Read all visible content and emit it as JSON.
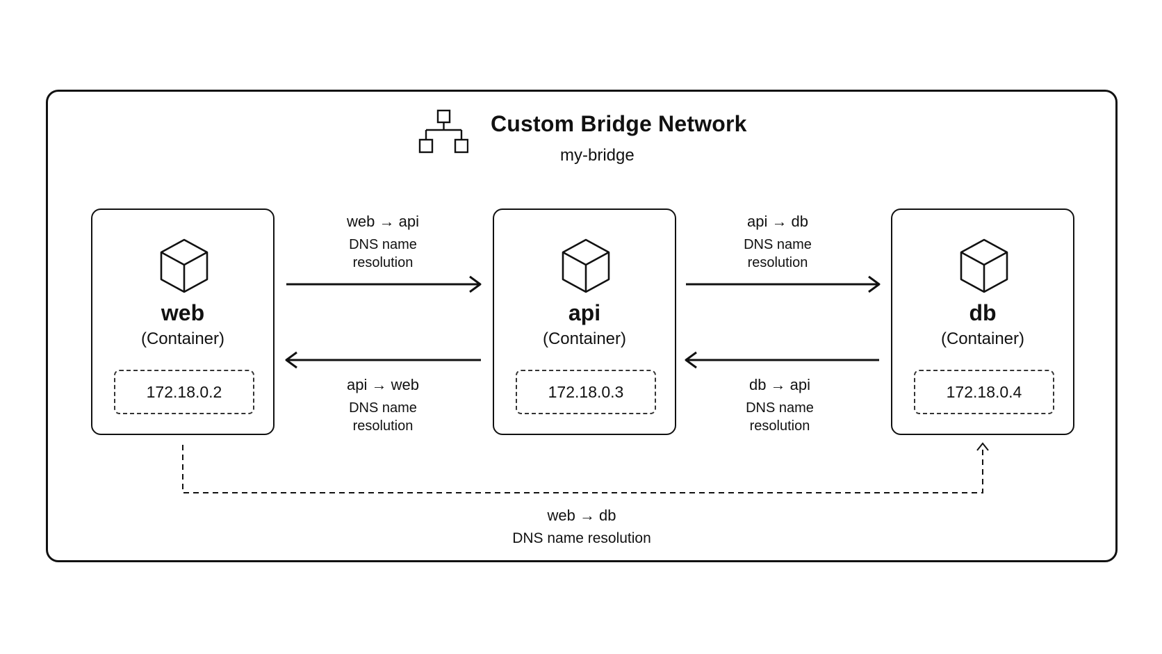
{
  "network": {
    "title": "Custom Bridge Network",
    "name": "my-bridge",
    "icon": "network-topology-icon"
  },
  "containers": [
    {
      "name": "web",
      "kind": "(Container)",
      "ip": "172.18.0.2",
      "icon": "container-cube-icon"
    },
    {
      "name": "api",
      "kind": "(Container)",
      "ip": "172.18.0.3",
      "icon": "container-cube-icon"
    },
    {
      "name": "db",
      "kind": "(Container)",
      "ip": "172.18.0.4",
      "icon": "container-cube-icon"
    }
  ],
  "links": {
    "web_to_api": {
      "route": "web → api",
      "desc_line1": "DNS name",
      "desc_line2": "resolution"
    },
    "api_to_web": {
      "route": "api → web",
      "desc_line1": "DNS name",
      "desc_line2": "resolution"
    },
    "api_to_db": {
      "route": "api → db",
      "desc_line1": "DNS name",
      "desc_line2": "resolution"
    },
    "db_to_api": {
      "route": "db → api",
      "desc_line1": "DNS name",
      "desc_line2": "resolution"
    },
    "web_to_db": {
      "route": "web → db",
      "desc": "DNS name resolution"
    }
  }
}
